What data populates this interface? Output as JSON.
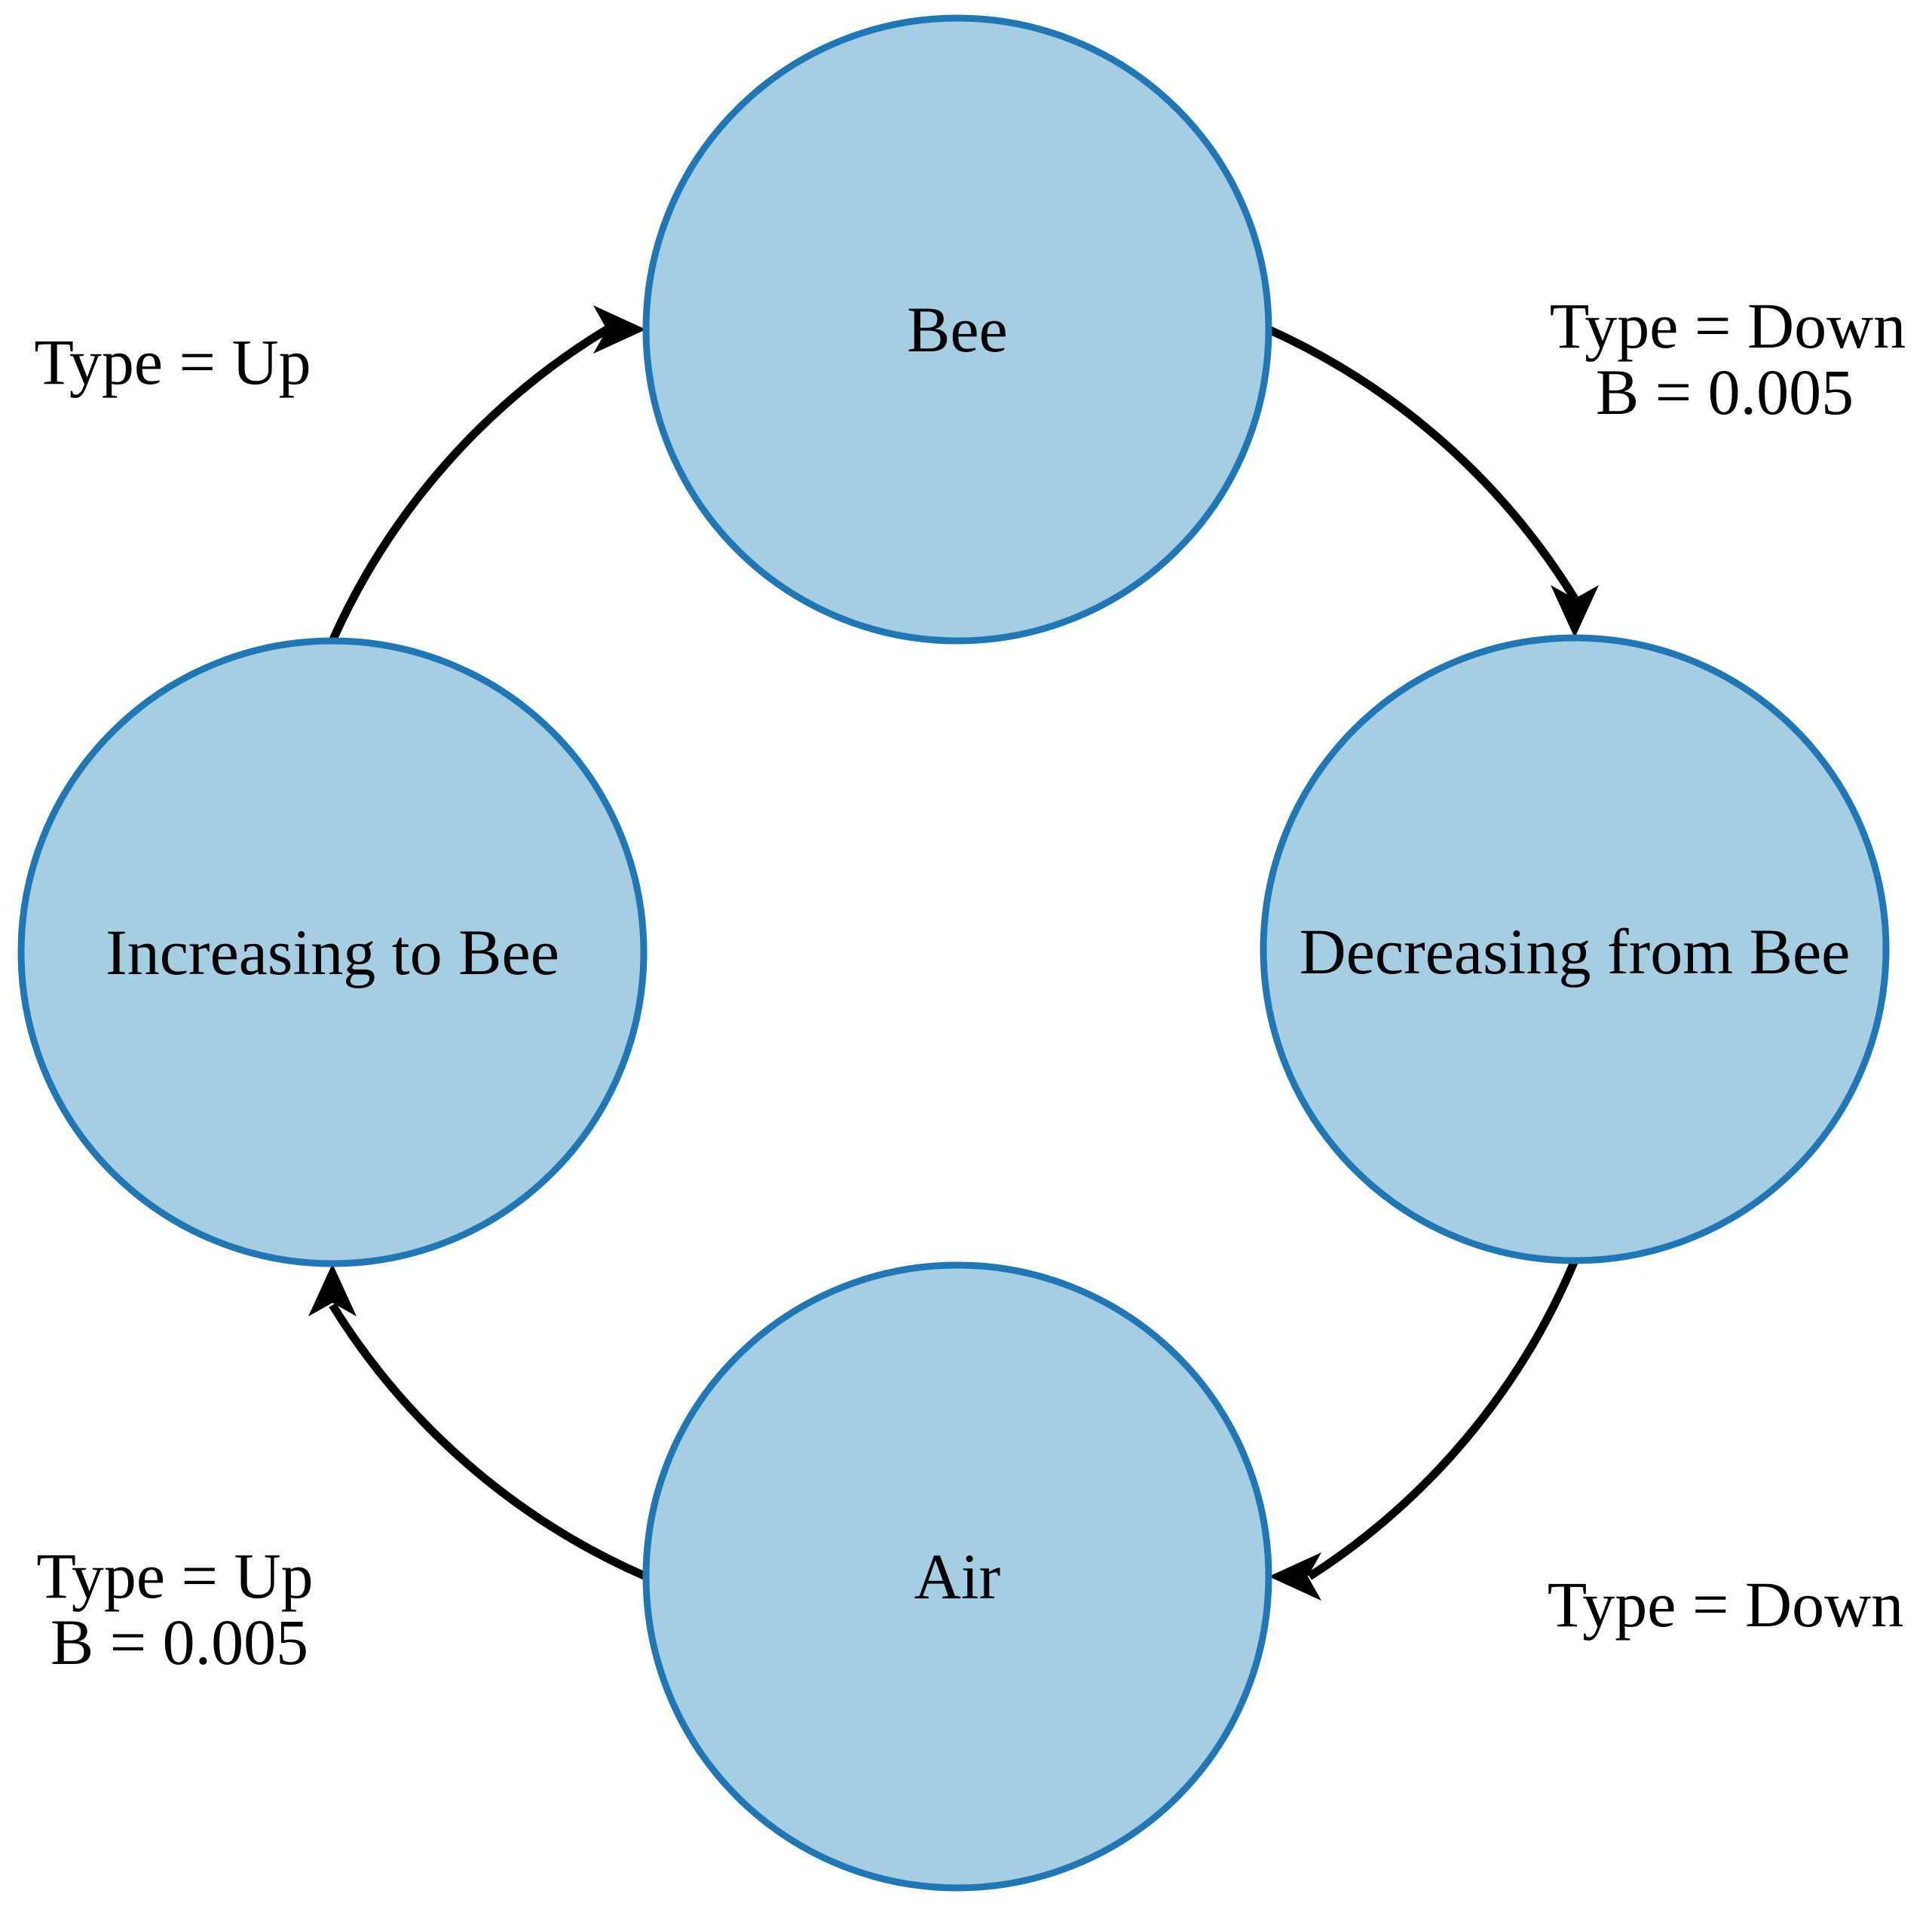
{
  "diagram": {
    "colors": {
      "background": "#ffffff",
      "node_fill": "#a6cee3",
      "node_stroke": "#2077b4",
      "edge_color": "#000000",
      "text_color": "#000000"
    },
    "nodes": [
      {
        "id": "bee",
        "label": "Bee"
      },
      {
        "id": "decreasing-from-bee",
        "label": "Decreasing from Bee"
      },
      {
        "id": "air",
        "label": "Air"
      },
      {
        "id": "increasing-to-bee",
        "label": "Increasing to Bee"
      }
    ],
    "edges": [
      {
        "from": "increasing-to-bee",
        "to": "bee",
        "label": "Type = Up",
        "label_line2": ""
      },
      {
        "from": "bee",
        "to": "decreasing-from-bee",
        "label": "Type = Down",
        "label_line2": "B = 0.005"
      },
      {
        "from": "decreasing-from-bee",
        "to": "air",
        "label": "Type = Down",
        "label_line2": ""
      },
      {
        "from": "air",
        "to": "increasing-to-bee",
        "label": "Type = Up",
        "label_line2": "B = 0.005"
      }
    ]
  }
}
